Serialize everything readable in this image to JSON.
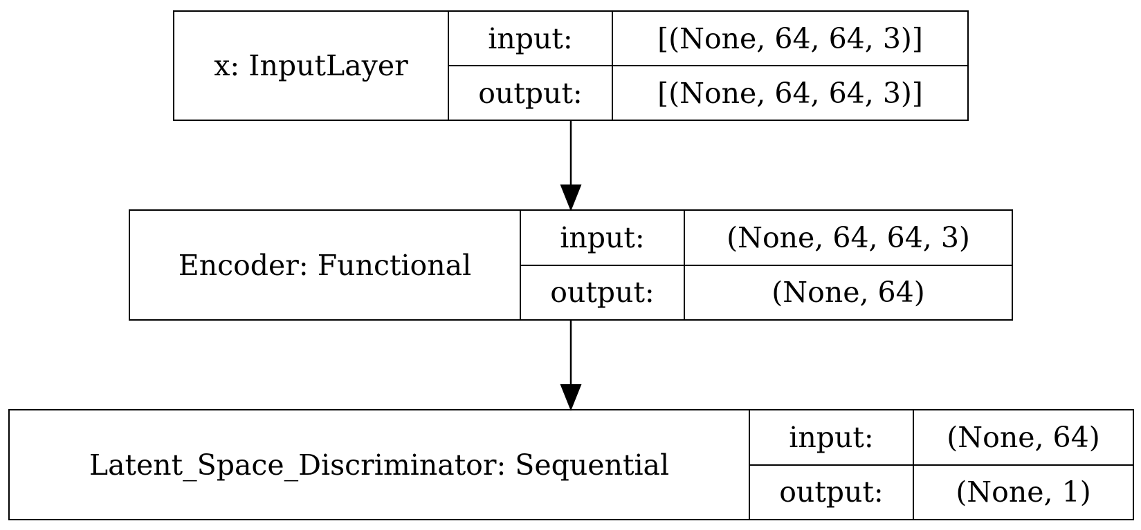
{
  "diagram": {
    "nodes": [
      {
        "name": "x: InputLayer",
        "input_label": "input:",
        "output_label": "output:",
        "input_shape": "[(None, 64, 64, 3)]",
        "output_shape": "[(None, 64, 64, 3)]"
      },
      {
        "name": "Encoder: Functional",
        "input_label": "input:",
        "output_label": "output:",
        "input_shape": "(None, 64, 64, 3)",
        "output_shape": "(None, 64)"
      },
      {
        "name": "Latent_Space_Discriminator: Sequential",
        "input_label": "input:",
        "output_label": "output:",
        "input_shape": "(None, 64)",
        "output_shape": "(None, 1)"
      }
    ],
    "edges": [
      {
        "from": 0,
        "to": 1
      },
      {
        "from": 1,
        "to": 2
      }
    ]
  }
}
